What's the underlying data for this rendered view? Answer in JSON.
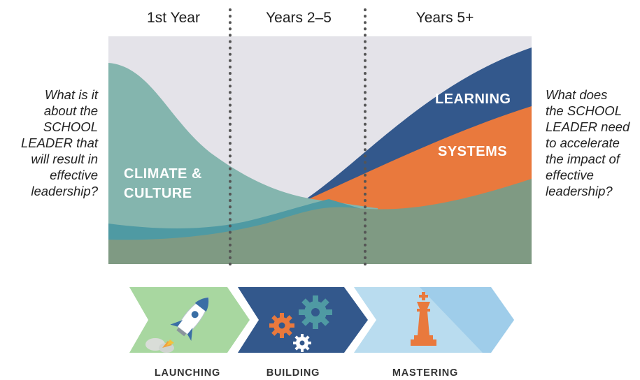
{
  "header": {
    "phases": [
      "1st Year",
      "Years 2–5",
      "Years 5+"
    ]
  },
  "questions": {
    "left": [
      "What is it",
      "about the",
      "SCHOOL",
      "LEADER that",
      "will result in",
      "effective",
      "leadership?"
    ],
    "right": [
      "What does",
      "the SCHOOL",
      "LEADER need",
      "to accelerate",
      "the impact of",
      "effective",
      "leadership?"
    ]
  },
  "bands": {
    "climate": [
      "CLIMATE &",
      "CULTURE"
    ],
    "learning": "LEARNING",
    "systems": "SYSTEMS"
  },
  "stages": [
    "LAUNCHING",
    "BUILDING",
    "MASTERING"
  ],
  "colors": {
    "background_area": "#e4e3e9",
    "climate": "#84b5ae",
    "teal_strip": "#4f9aa3",
    "learning": "#33588c",
    "systems": "#e9793d",
    "base": "#7f9a83",
    "launching_bg": "#a8d7a0",
    "building_bg": "#33588c",
    "mastering_bg": "#b9dcef",
    "divider": "#555555"
  },
  "icons": {
    "launching": "rocket-icon",
    "building": "gears-icon",
    "mastering": "chess-king-icon"
  }
}
